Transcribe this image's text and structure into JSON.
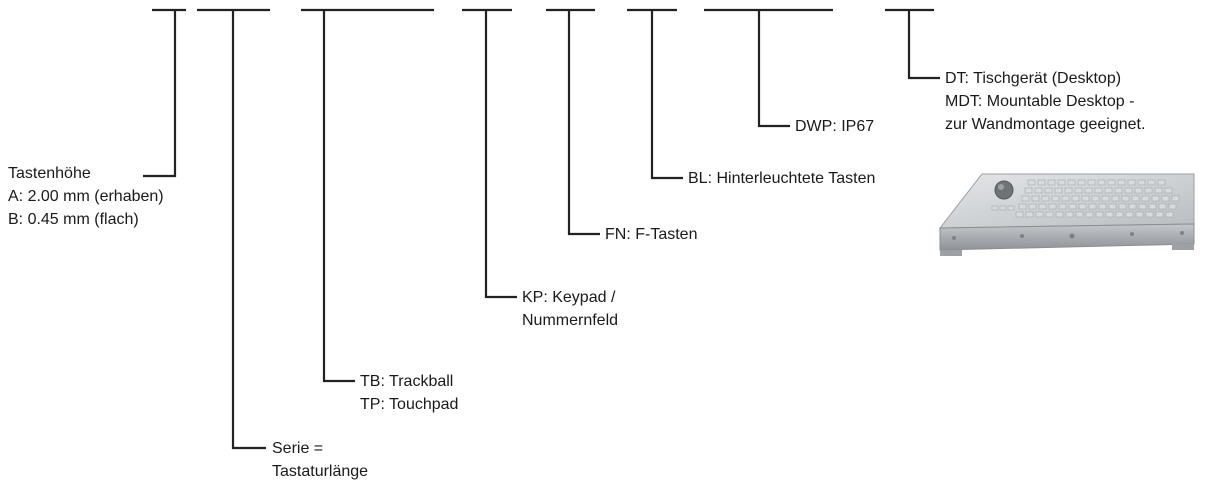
{
  "colors": {
    "line": "#222222",
    "text": "#1a1a1a",
    "panel": "#c9ccd0",
    "key": "#d8dbde"
  },
  "labels": {
    "key_height": {
      "title": "Tastenhöhe",
      "option_a": "A: 2.00 mm (erhaben)",
      "option_b": "B: 0.45 mm (flach)"
    },
    "series": {
      "line1": "Serie =",
      "line2": "Tastaturlänge"
    },
    "pointing": {
      "trackball": "TB: Trackball",
      "touchpad": "TP: Touchpad"
    },
    "keypad": {
      "line1": "KP: Keypad /",
      "line2": "Nummernfeld"
    },
    "function_keys": {
      "text": "FN: F-Tasten"
    },
    "backlight": {
      "text": "BL: Hinterleuchtete Tasten"
    },
    "protection": {
      "text": "DWP: IP67"
    },
    "housing": {
      "desktop": "DT: Tischgerät (Desktop)",
      "mountable": "MDT: Mountable Desktop -",
      "mountable_note": "zur Wandmontage geeignet."
    }
  },
  "product_image": {
    "icon": "stainless-keyboard-with-trackball"
  }
}
